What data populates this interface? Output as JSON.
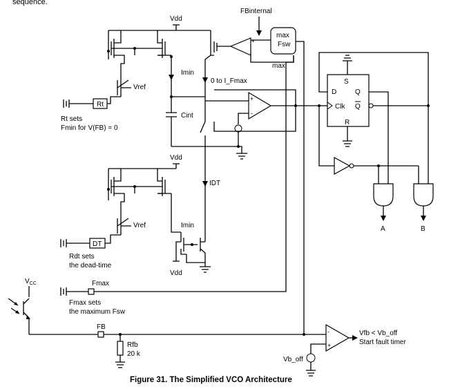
{
  "header": {
    "fragment": "sequence."
  },
  "labels": {
    "vdd_top": "Vdd",
    "fbinternal": "FBinternal",
    "max_fsw_line1": "max",
    "max_fsw_line2": "Fsw",
    "max_out": "max",
    "imin_top": "Imin",
    "zero_to_ifmax": "0 to I_Fmax",
    "vref_top": "Vref",
    "rt_box": "Rt",
    "rt_sets_1": "Rt sets",
    "rt_sets_2": "Fmin for V(FB) = 0",
    "cint": "Cint",
    "ff_s": "S",
    "ff_d": "D",
    "ff_q": "Q",
    "ff_clk": "Clk",
    "ff_qbar": "Q",
    "ff_r": "R",
    "vdd_mid": "Vdd",
    "idt": "IDT",
    "vref_bottom": "Vref",
    "dt_box": "DT",
    "imin_bottom": "Imin",
    "rdt_sets_1": "Rdt sets",
    "rdt_sets_2": "the dead-time",
    "vdd_bottom": "Vdd",
    "gate_a": "A",
    "gate_b": "B",
    "vcc": "V",
    "vcc_sub": "CC",
    "fmax": "Fmax",
    "fmax_sets_1": "Fmax sets",
    "fmax_sets_2": "the maximum Fsw",
    "fb": "FB",
    "rfb_1": "Rfb",
    "rfb_2": "20 k",
    "vfb_cmp_1": "Vfb < Vb_off",
    "vfb_cmp_2": "Start fault timer",
    "vb_off": "Vb_off",
    "plus": "+",
    "minus": "-"
  },
  "caption": "Figure 31. The Simplified VCO Architecture"
}
